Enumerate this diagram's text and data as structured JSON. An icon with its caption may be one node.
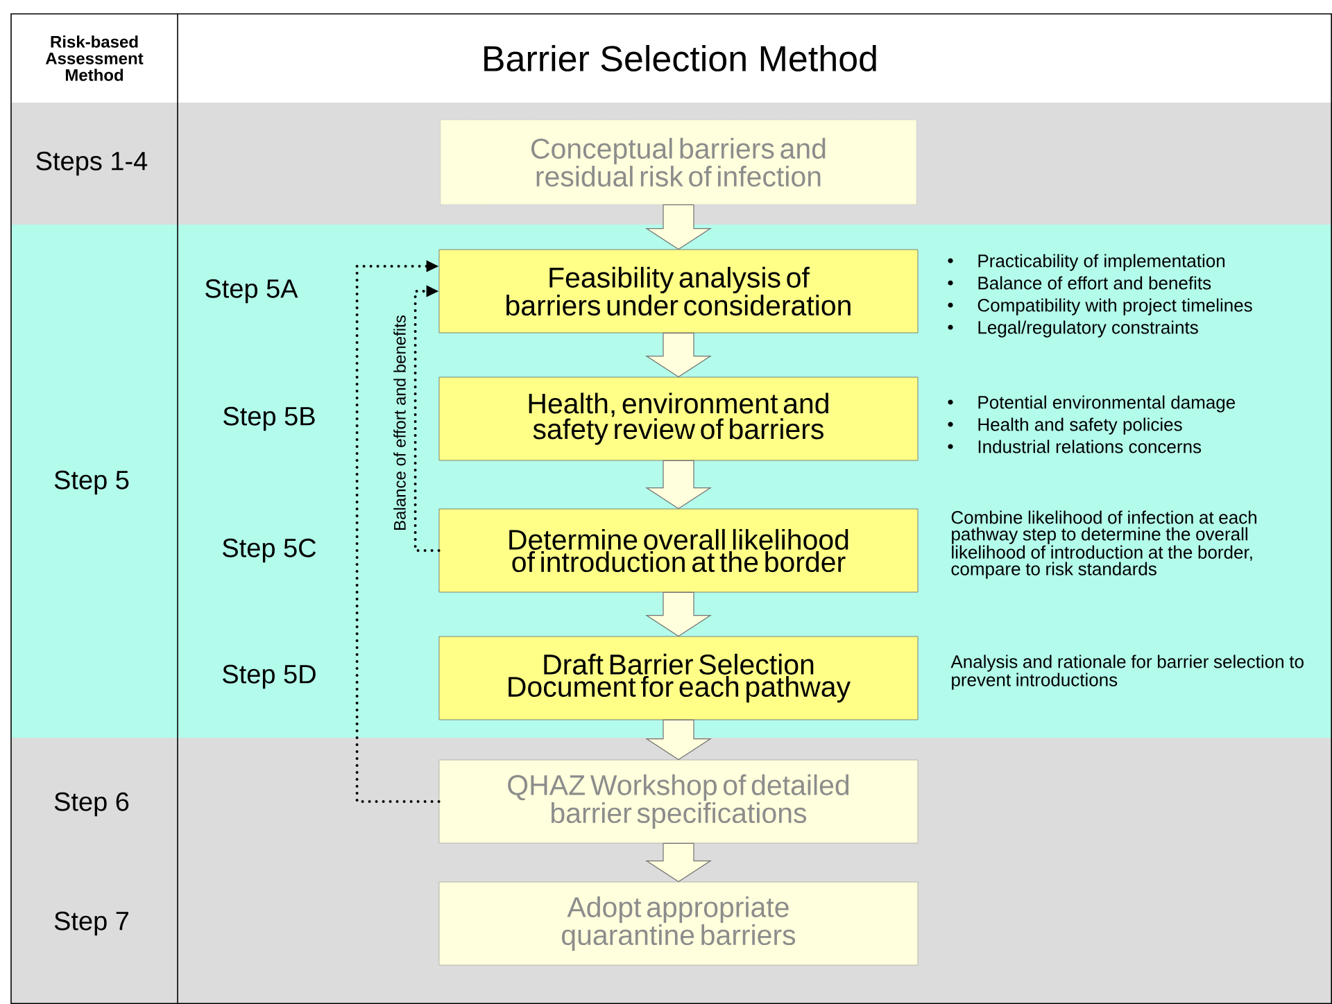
{
  "diagram": {
    "title": "Barrier Selection Method",
    "nodes": [
      {
        "text": [
          "Conceptual barriers and residual risk of infection"
        ]
      },
      {
        "text": [
          "Feasibility analysis of barriers under consideration"
        ],
        "beside": [
          "Practicability of implementation",
          "Balance of effort and benefits",
          "Compatibility with project timelines",
          "Legal/regulatory constraints"
        ]
      },
      {
        "text": [
          "Health, environment and safety review of barriers"
        ],
        "beside": [
          "Potential environmental damage",
          "Health and safety policies",
          "Industrial relations concerns"
        ]
      },
      {
        "text": [
          "Determine overall likelihood of introduction at the border"
        ],
        "beside": [
          "Combine likelihood of infection at each pathway step to determine the overall likelihood of introduction at the border, compare to risk standards"
        ]
      },
      {
        "text": [
          "Draft Barrier Selection Document for each pathway"
        ],
        "beside": [
          "Analysis and rationale for barrier selection to prevent introductions"
        ]
      },
      {
        "text": [
          "QHAZ Workshop of detailed barrier specifications"
        ]
      },
      {
        "text": [
          "Adopt appropriate quarantine barriers"
        ]
      }
    ],
    "edges": [
      {
        "from": 0,
        "to": 1,
        "arrow": "to"
      },
      {
        "from": 1,
        "to": 2,
        "arrow": "to"
      },
      {
        "from": 2,
        "to": 3,
        "arrow": "to"
      },
      {
        "from": 3,
        "to": 4,
        "arrow": "to"
      },
      {
        "from": 4,
        "to": 5,
        "arrow": "to"
      },
      {
        "from": 5,
        "to": 6,
        "arrow": "to"
      },
      {
        "from": 3,
        "to": 1,
        "arrow": "to",
        "style": "dashed",
        "label": "Balance of effort and benefits"
      },
      {
        "from": 5,
        "to": 1,
        "arrow": "to",
        "style": "dashed"
      }
    ],
    "labels": [
      "Risk-based Assessment Method",
      "Steps 1-4",
      "Step 5A",
      "Step 5B",
      "Step 5",
      "Step 5C",
      "Step 5D",
      "Step 6",
      "Step 7"
    ]
  }
}
